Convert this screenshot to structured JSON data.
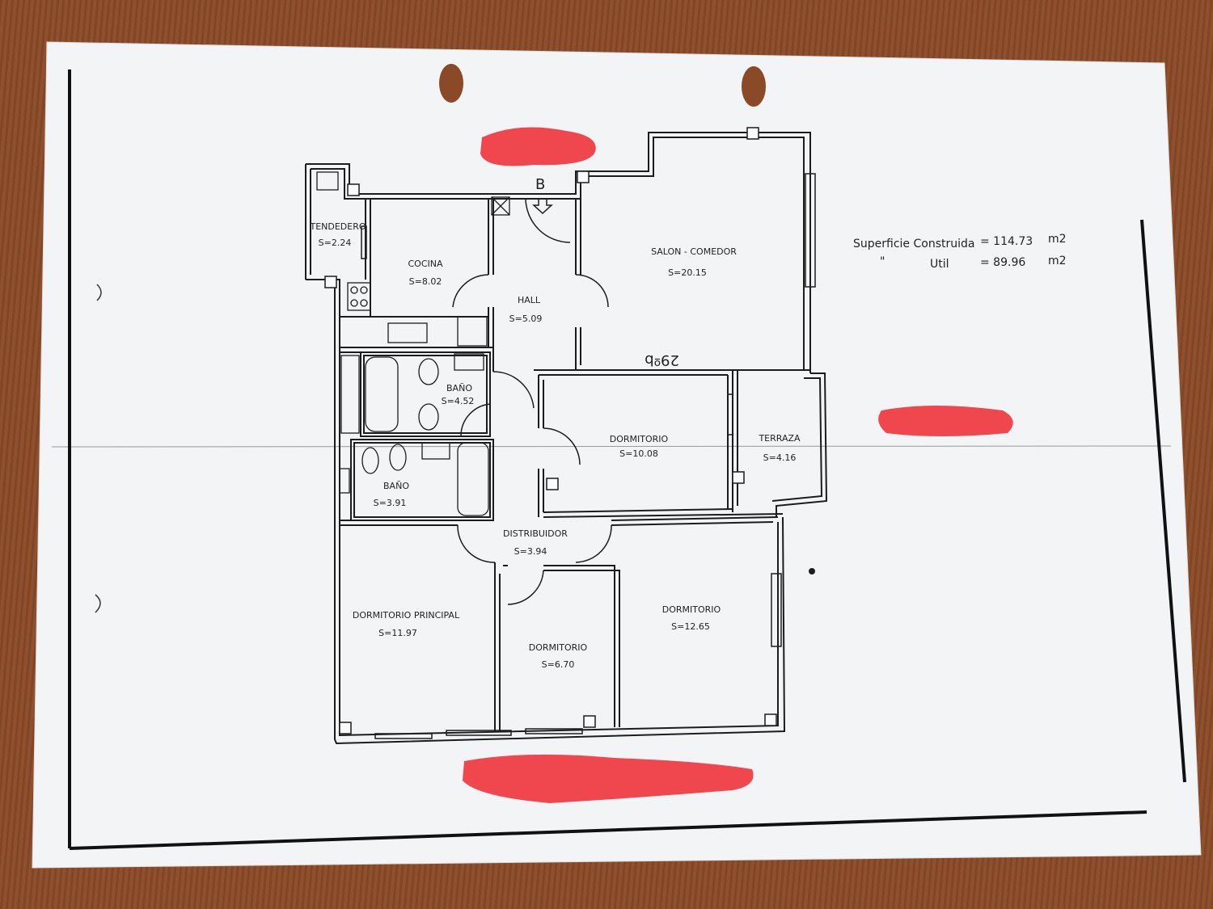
{
  "plan": {
    "entrance_marker": "B",
    "handwritten_note": "29ºb",
    "surface": {
      "built_label": "Superficie Construida",
      "built_value": "= 114.73",
      "built_unit": "m2",
      "useful_ditto": "\"",
      "useful_label": "Util",
      "useful_value": "= 89.96",
      "useful_unit": "m2"
    },
    "rooms": [
      {
        "name": "TENDEDERO",
        "area": "S=2.24"
      },
      {
        "name": "COCINA",
        "area": "S=8.02"
      },
      {
        "name": "HALL",
        "area": "S=5.09"
      },
      {
        "name": "SALON - COMEDOR",
        "area": "S=20.15"
      },
      {
        "name": "BAÑO",
        "area": "S=4.52"
      },
      {
        "name": "DORMITORIO",
        "area": "S=10.08"
      },
      {
        "name": "TERRAZA",
        "area": "S=4.16"
      },
      {
        "name": "BAÑO",
        "area": "S=3.91"
      },
      {
        "name": "DISTRIBUIDOR",
        "area": "S=3.94"
      },
      {
        "name": "DORMITORIO PRINCIPAL",
        "area": "S=11.97"
      },
      {
        "name": "DORMITORIO",
        "area": "S=6.70"
      },
      {
        "name": "DORMITORIO",
        "area": "S=12.65"
      }
    ]
  },
  "colors": {
    "paper": "#f3f4f6",
    "ink": "#1c1c1c",
    "redaction": "#f0474f",
    "table": "#8a4a27"
  }
}
